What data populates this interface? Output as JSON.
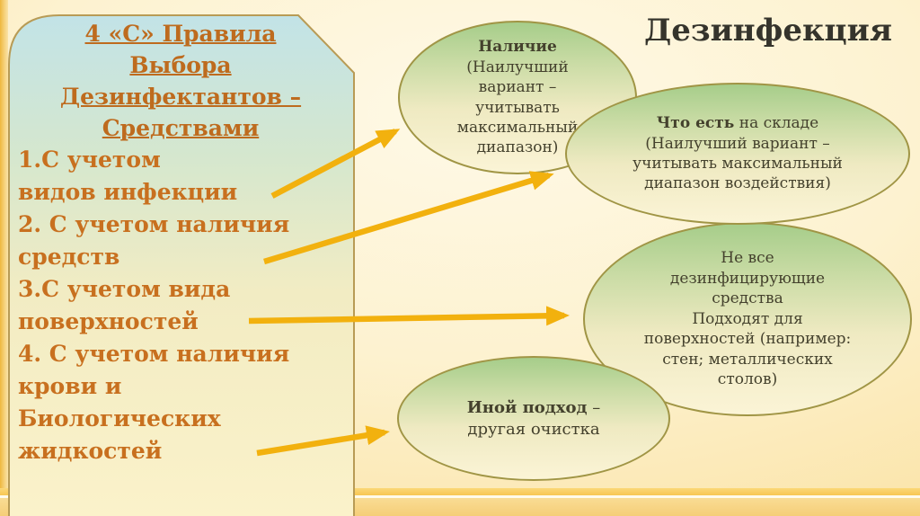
{
  "slide_title": "Дезинфекция",
  "panel": {
    "heading_lines": [
      "4 «С» Правила",
      "Выбора",
      "Дезинфектантов –",
      "Средствами"
    ],
    "rule_lines": [
      "1.С учетом",
      "видов инфекции",
      "2. С учетом наличия",
      "средств",
      "3.С учетом вида",
      "поверхностей",
      "4. С учетом наличия",
      "крови и",
      "Биологических",
      "жидкостей"
    ]
  },
  "bubbles": {
    "availability": {
      "title": "Наличие",
      "lines": [
        "(Наилучший",
        "вариант –",
        "учитывать",
        "максимальный",
        "диапазон)"
      ]
    },
    "stock": {
      "bold": "Что есть",
      "after_bold": " на складе",
      "lines": [
        "(Наилучший вариант –",
        "учитывать максимальный",
        "диапазон воздействия)"
      ]
    },
    "surfaces": {
      "lines": [
        "Не все",
        "дезинфицирующие",
        "средства",
        "Подходят  для",
        "поверхностей (например:",
        "стен; металлических",
        "столов)"
      ]
    },
    "other_approach": {
      "bold": "Иной подход",
      "after_bold": " –",
      "line2": "другая очистка"
    }
  },
  "colors": {
    "arrow": "#F2B10E",
    "panel_text": "#C4701F",
    "panel_border": "#B89B55",
    "bubble_border": "#A09545",
    "bubble_green_top": "#A6CD8A",
    "title_text": "#35342C"
  }
}
